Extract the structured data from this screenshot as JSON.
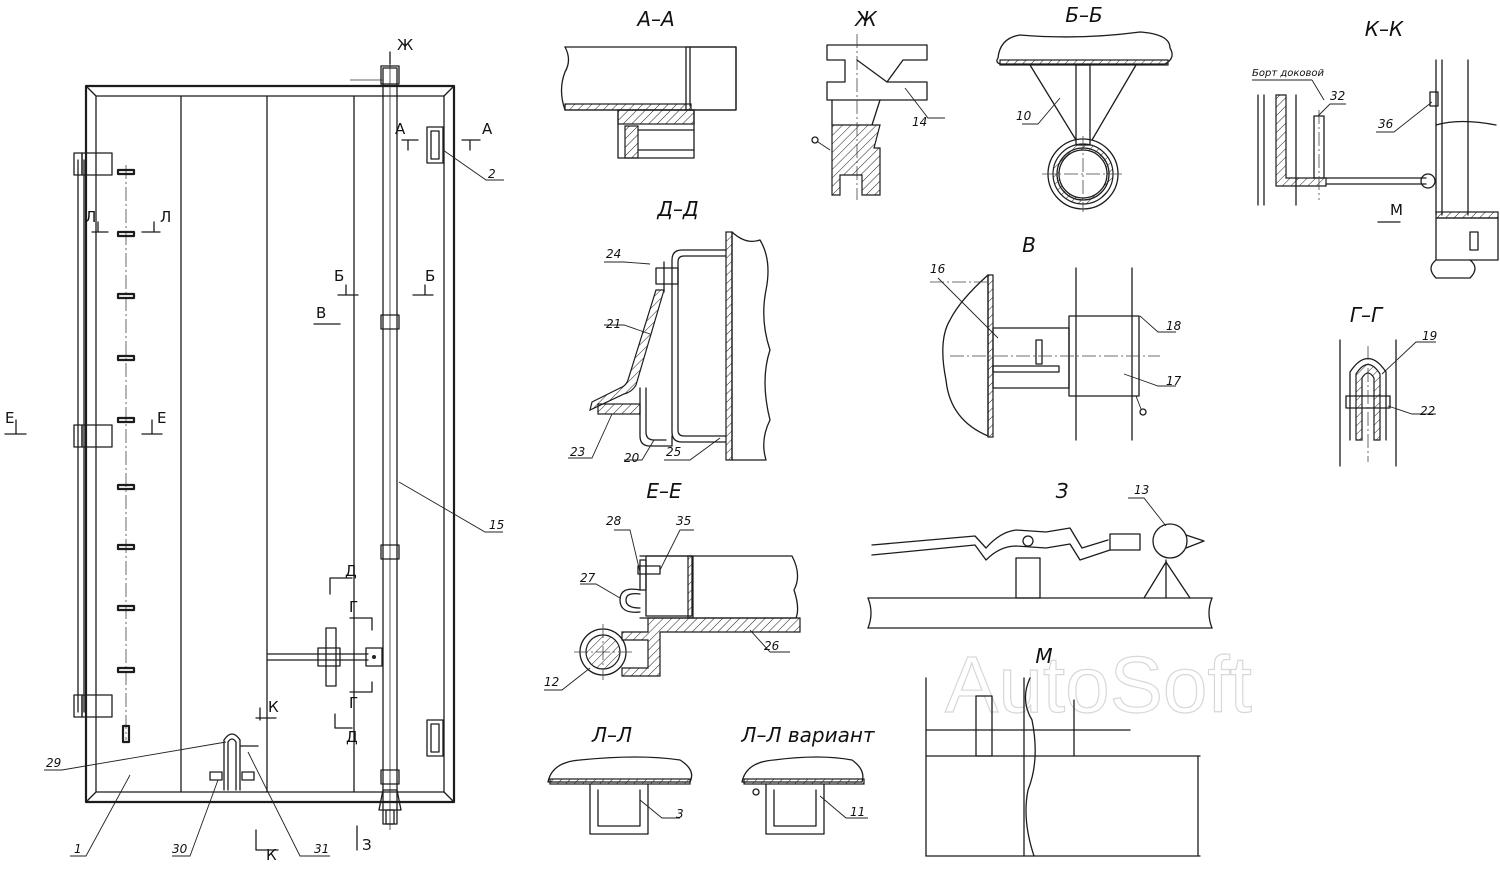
{
  "views": {
    "a": "А–А",
    "zh": "Ж",
    "b": "Б–Б",
    "kk": "К–К",
    "d": "Д–Д",
    "v": "В",
    "gg": "Г–Г",
    "ee": "Е–Е",
    "z": "З",
    "m": "М",
    "ll": "Л–Л",
    "llv": "Л–Л вариант"
  },
  "marks": {
    "zh": "Ж",
    "a1": "А",
    "a2": "А",
    "l1": "Л",
    "l2": "Л",
    "b1": "Б",
    "b2": "Б",
    "v": "В",
    "e1": "Е",
    "e2": "Е",
    "d1": "Д",
    "d2": "Д",
    "g1": "Г",
    "g2": "Г",
    "k1": "К",
    "k2": "К",
    "z": "З",
    "m": "М"
  },
  "labels": {
    "bort": "Борт доковой"
  },
  "parts": {
    "p1": "1",
    "p2": "2",
    "p3": "3",
    "p10": "10",
    "p11": "11",
    "p12": "12",
    "p13": "13",
    "p14": "14",
    "p15": "15",
    "p16": "16",
    "p17": "17",
    "p18": "18",
    "p19": "19",
    "p20": "20",
    "p21": "21",
    "p22": "22",
    "p23": "23",
    "p24": "24",
    "p25": "25",
    "p26": "26",
    "p27": "27",
    "p28": "28",
    "p29": "29",
    "p30": "30",
    "p31": "31",
    "p32": "32",
    "p35": "35",
    "p36": "36"
  },
  "watermark": "AutoSoft"
}
